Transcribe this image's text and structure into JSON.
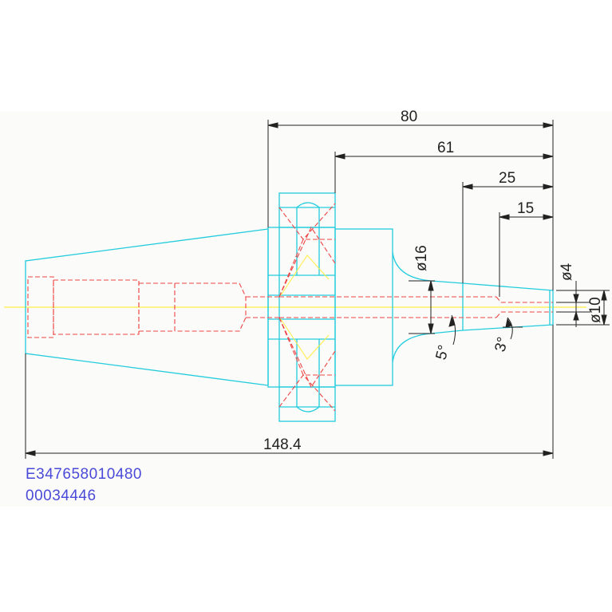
{
  "drawing": {
    "background": "#fbfbf9",
    "colors": {
      "outline": "#22ccdd",
      "hidden": "#ee4444",
      "center": "#ffee44",
      "dimension": "#222222",
      "code": "#4a4ad8"
    },
    "dimensions": {
      "d80": "80",
      "d61": "61",
      "d25": "25",
      "d15": "15",
      "d148": "148.4",
      "dia16": "ø16",
      "dia4": "ø4",
      "dia10": "ø10",
      "ang5": "5°",
      "ang3": "3°"
    },
    "codes": {
      "line1": "E347658010480",
      "line2": "00034446"
    }
  }
}
